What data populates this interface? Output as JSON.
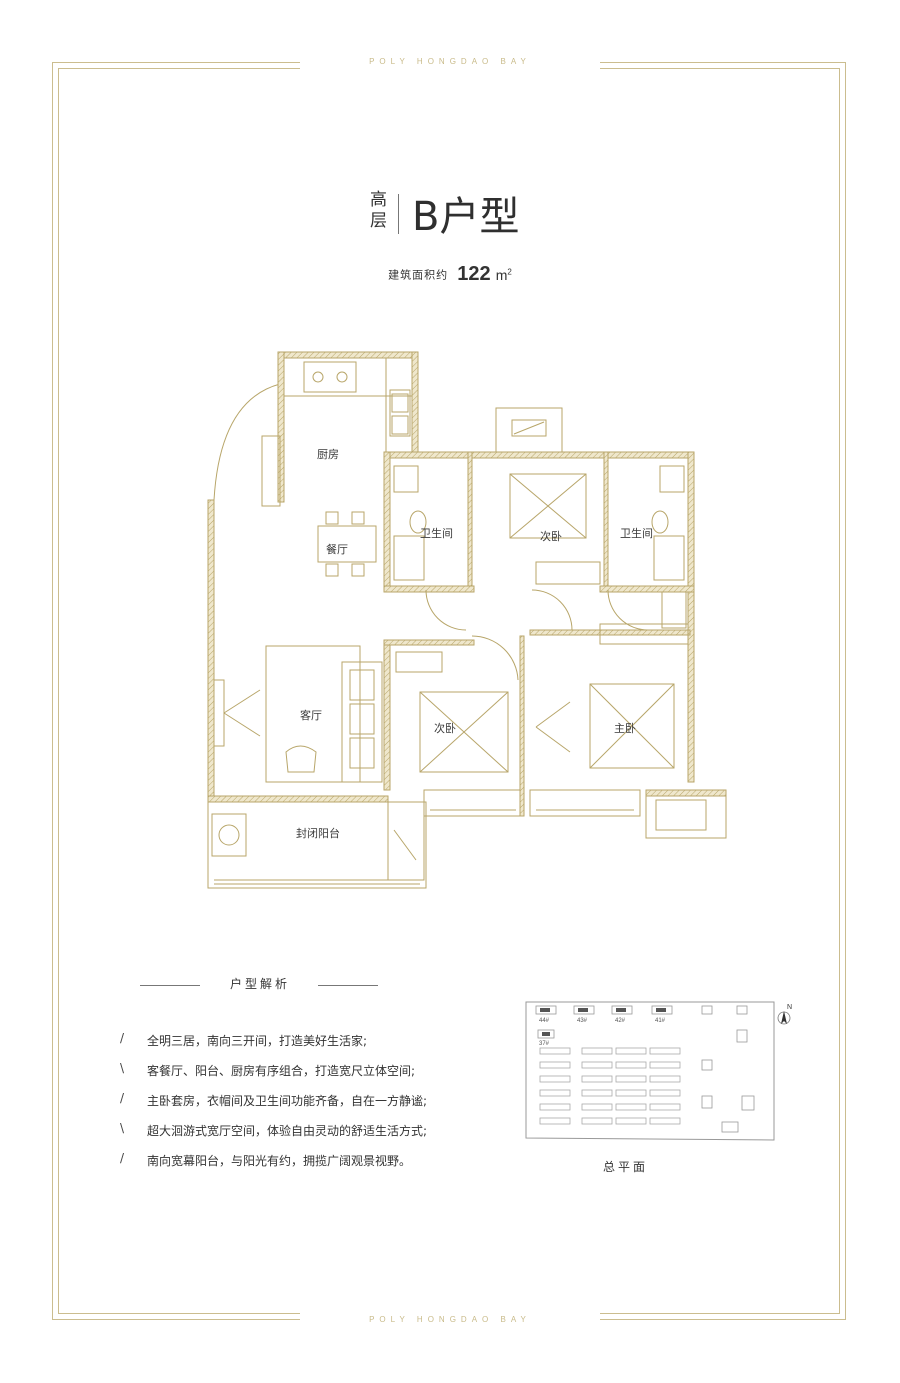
{
  "brand": "POLY HONGDAO BAY",
  "header": {
    "building_level": "高层",
    "unit_type": "B户型",
    "area_label": "建筑面积约",
    "area_value": "122",
    "area_unit": "m",
    "area_unit_sup": "2"
  },
  "rooms": {
    "kitchen": "厨房",
    "dining": "餐厅",
    "bath_1": "卫生间",
    "bath_2": "卫生间",
    "second_bedroom_1": "次卧",
    "second_bedroom_2": "次卧",
    "master_bedroom": "主卧",
    "living_room": "客厅",
    "balcony": "封闭阳台"
  },
  "analysis": {
    "heading": "户型解析",
    "items": [
      {
        "mark": "/",
        "text": "全明三居，南向三开间，打造美好生活家;"
      },
      {
        "mark": "\\",
        "text": "客餐厅、阳台、厨房有序组合，打造宽尺立体空间;"
      },
      {
        "mark": "/",
        "text": "主卧套房，衣帽间及卫生间功能齐备，自在一方静谧;"
      },
      {
        "mark": "\\",
        "text": "超大洄游式宽厅空间，体验自由灵动的舒适生活方式;"
      },
      {
        "mark": "/",
        "text": "南向宽幕阳台，与阳光有约，拥揽广阔观景视野。"
      }
    ]
  },
  "site_plan": {
    "label": "总平面",
    "north": "N",
    "buildings": [
      "44#",
      "43#",
      "42#",
      "41#",
      "37#"
    ]
  },
  "colors": {
    "wall": "#b8a66a",
    "wall_fill": "#e9dfbf",
    "frame": "#cbbd8f",
    "text": "#333333"
  }
}
